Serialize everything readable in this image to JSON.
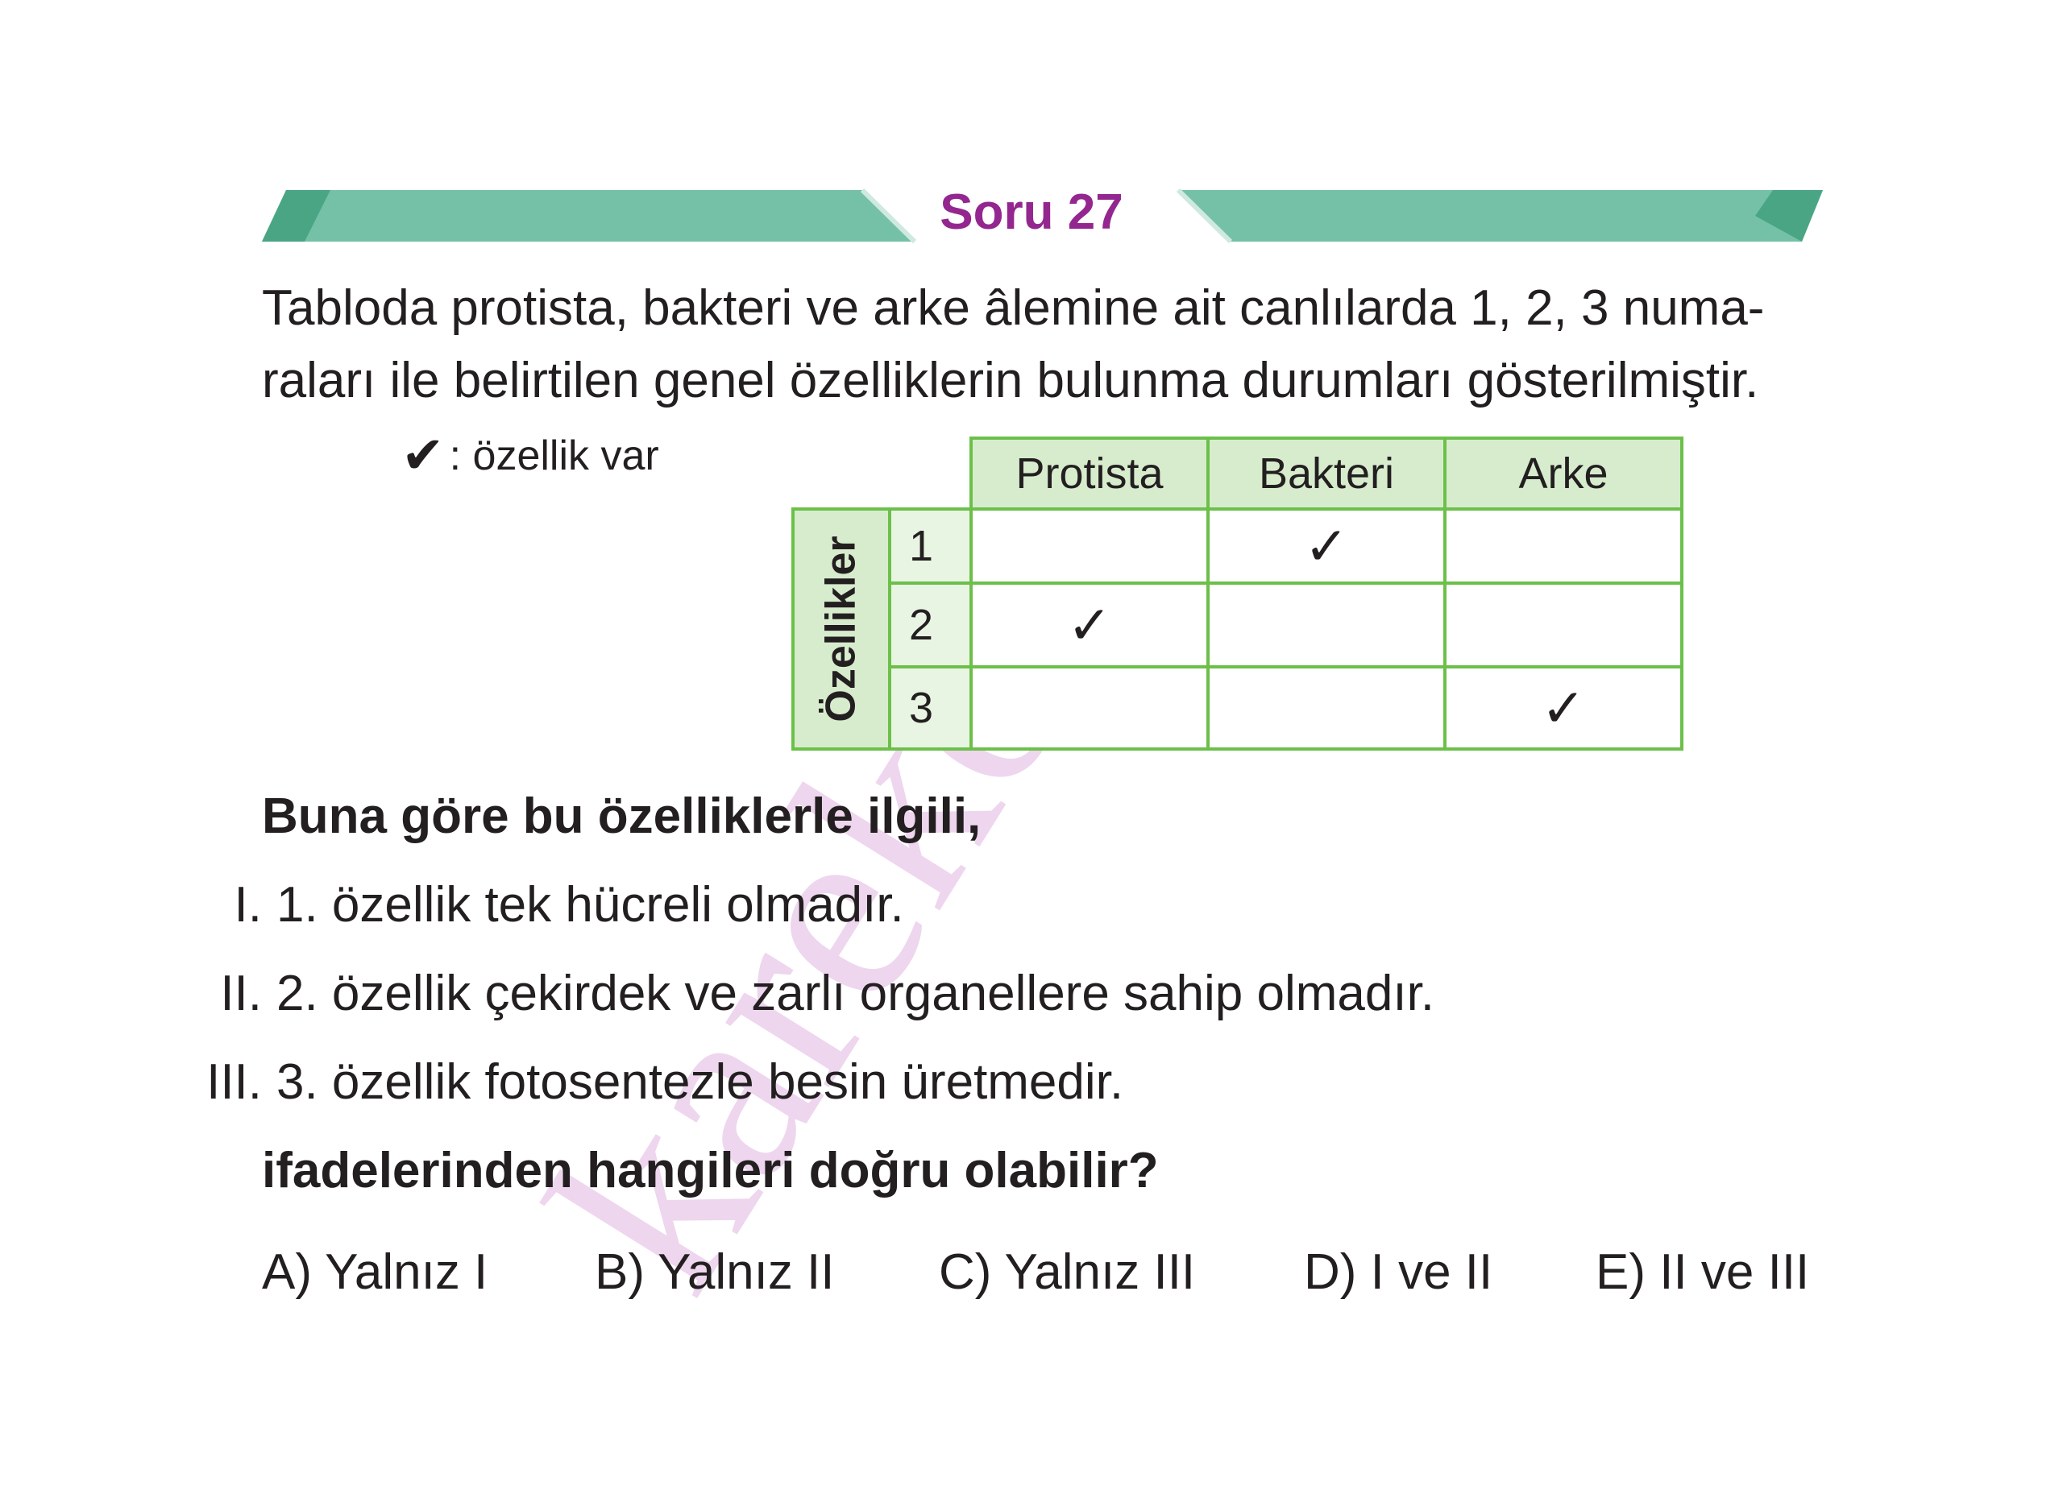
{
  "header": {
    "title": "Soru 27"
  },
  "intro": {
    "line1": "Tabloda protista, bakteri ve arke âlemine ait canlılarda 1, 2, 3 numa-",
    "line2": "raları ile belirtilen genel özelliklerin bulunma durumları gösterilmiştir."
  },
  "legend": {
    "symbol": "✔",
    "text": ": özellik var"
  },
  "table": {
    "side_header": "Özellikler",
    "columns": [
      "Protista",
      "Bakteri",
      "Arke"
    ],
    "rows": [
      {
        "label": "1",
        "cells": [
          "",
          "✓",
          ""
        ]
      },
      {
        "label": "2",
        "cells": [
          "✓",
          "",
          ""
        ]
      },
      {
        "label": "3",
        "cells": [
          "",
          "",
          "✓"
        ]
      }
    ]
  },
  "question": {
    "lead": "Buna göre bu özelliklerle ilgili,",
    "statements": [
      {
        "num": "I.",
        "text": "1. özellik tek hücreli olmadır."
      },
      {
        "num": "II.",
        "text": "2. özellik çekirdek ve zarlı organellere sahip olmadır."
      },
      {
        "num": "III.",
        "text": "3. özellik fotosentezle besin üretmedir."
      }
    ],
    "prompt": "ifadelerinden hangileri doğru olabilir?"
  },
  "options": [
    "A) Yalnız I",
    "B) Yalnız II",
    "C) Yalnız III",
    "D) I ve II",
    "E) II ve III"
  ],
  "watermark": "karekök",
  "colors": {
    "title": "#93278f",
    "banner": "#74c1a8",
    "banner_dark": "#4aa585",
    "table_border": "#6cc04a",
    "table_header_bg": "#d7eccd",
    "watermark": "#eed6ee"
  }
}
